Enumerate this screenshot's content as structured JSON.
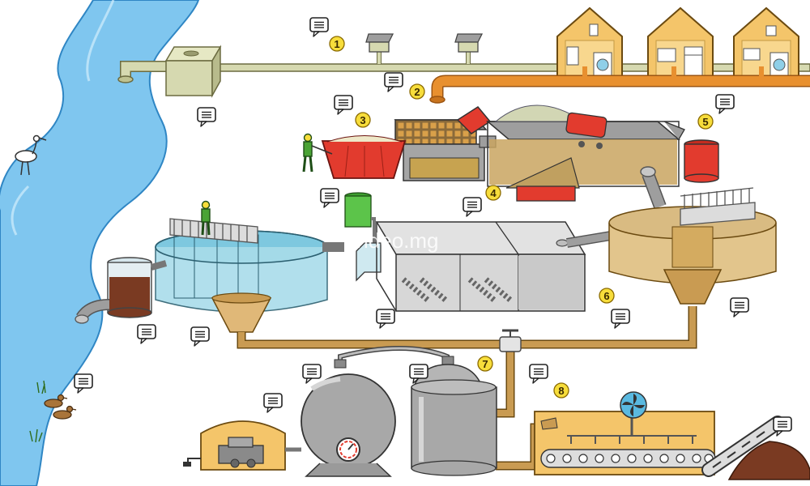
{
  "colors": {
    "river": "#7fc6ef",
    "pipe_clean": "#d6d9b0",
    "pipe_sewage": "#e8902f",
    "pipe_sludge": "#c99b52",
    "building": "#f4c56a",
    "skip": "#e23b2e",
    "tank_water": "#a9dcea",
    "sludge": "#7a3a22",
    "marker": "#f7dd3b",
    "machine": "#9a9a9a"
  },
  "watermark": "video.mg",
  "numbers": [
    "1",
    "2",
    "3",
    "4",
    "5",
    "6",
    "7",
    "8"
  ],
  "icons": {
    "info": "speech-bubble-icon",
    "fan": "fan-icon",
    "gauge": "pressure-gauge-icon"
  }
}
